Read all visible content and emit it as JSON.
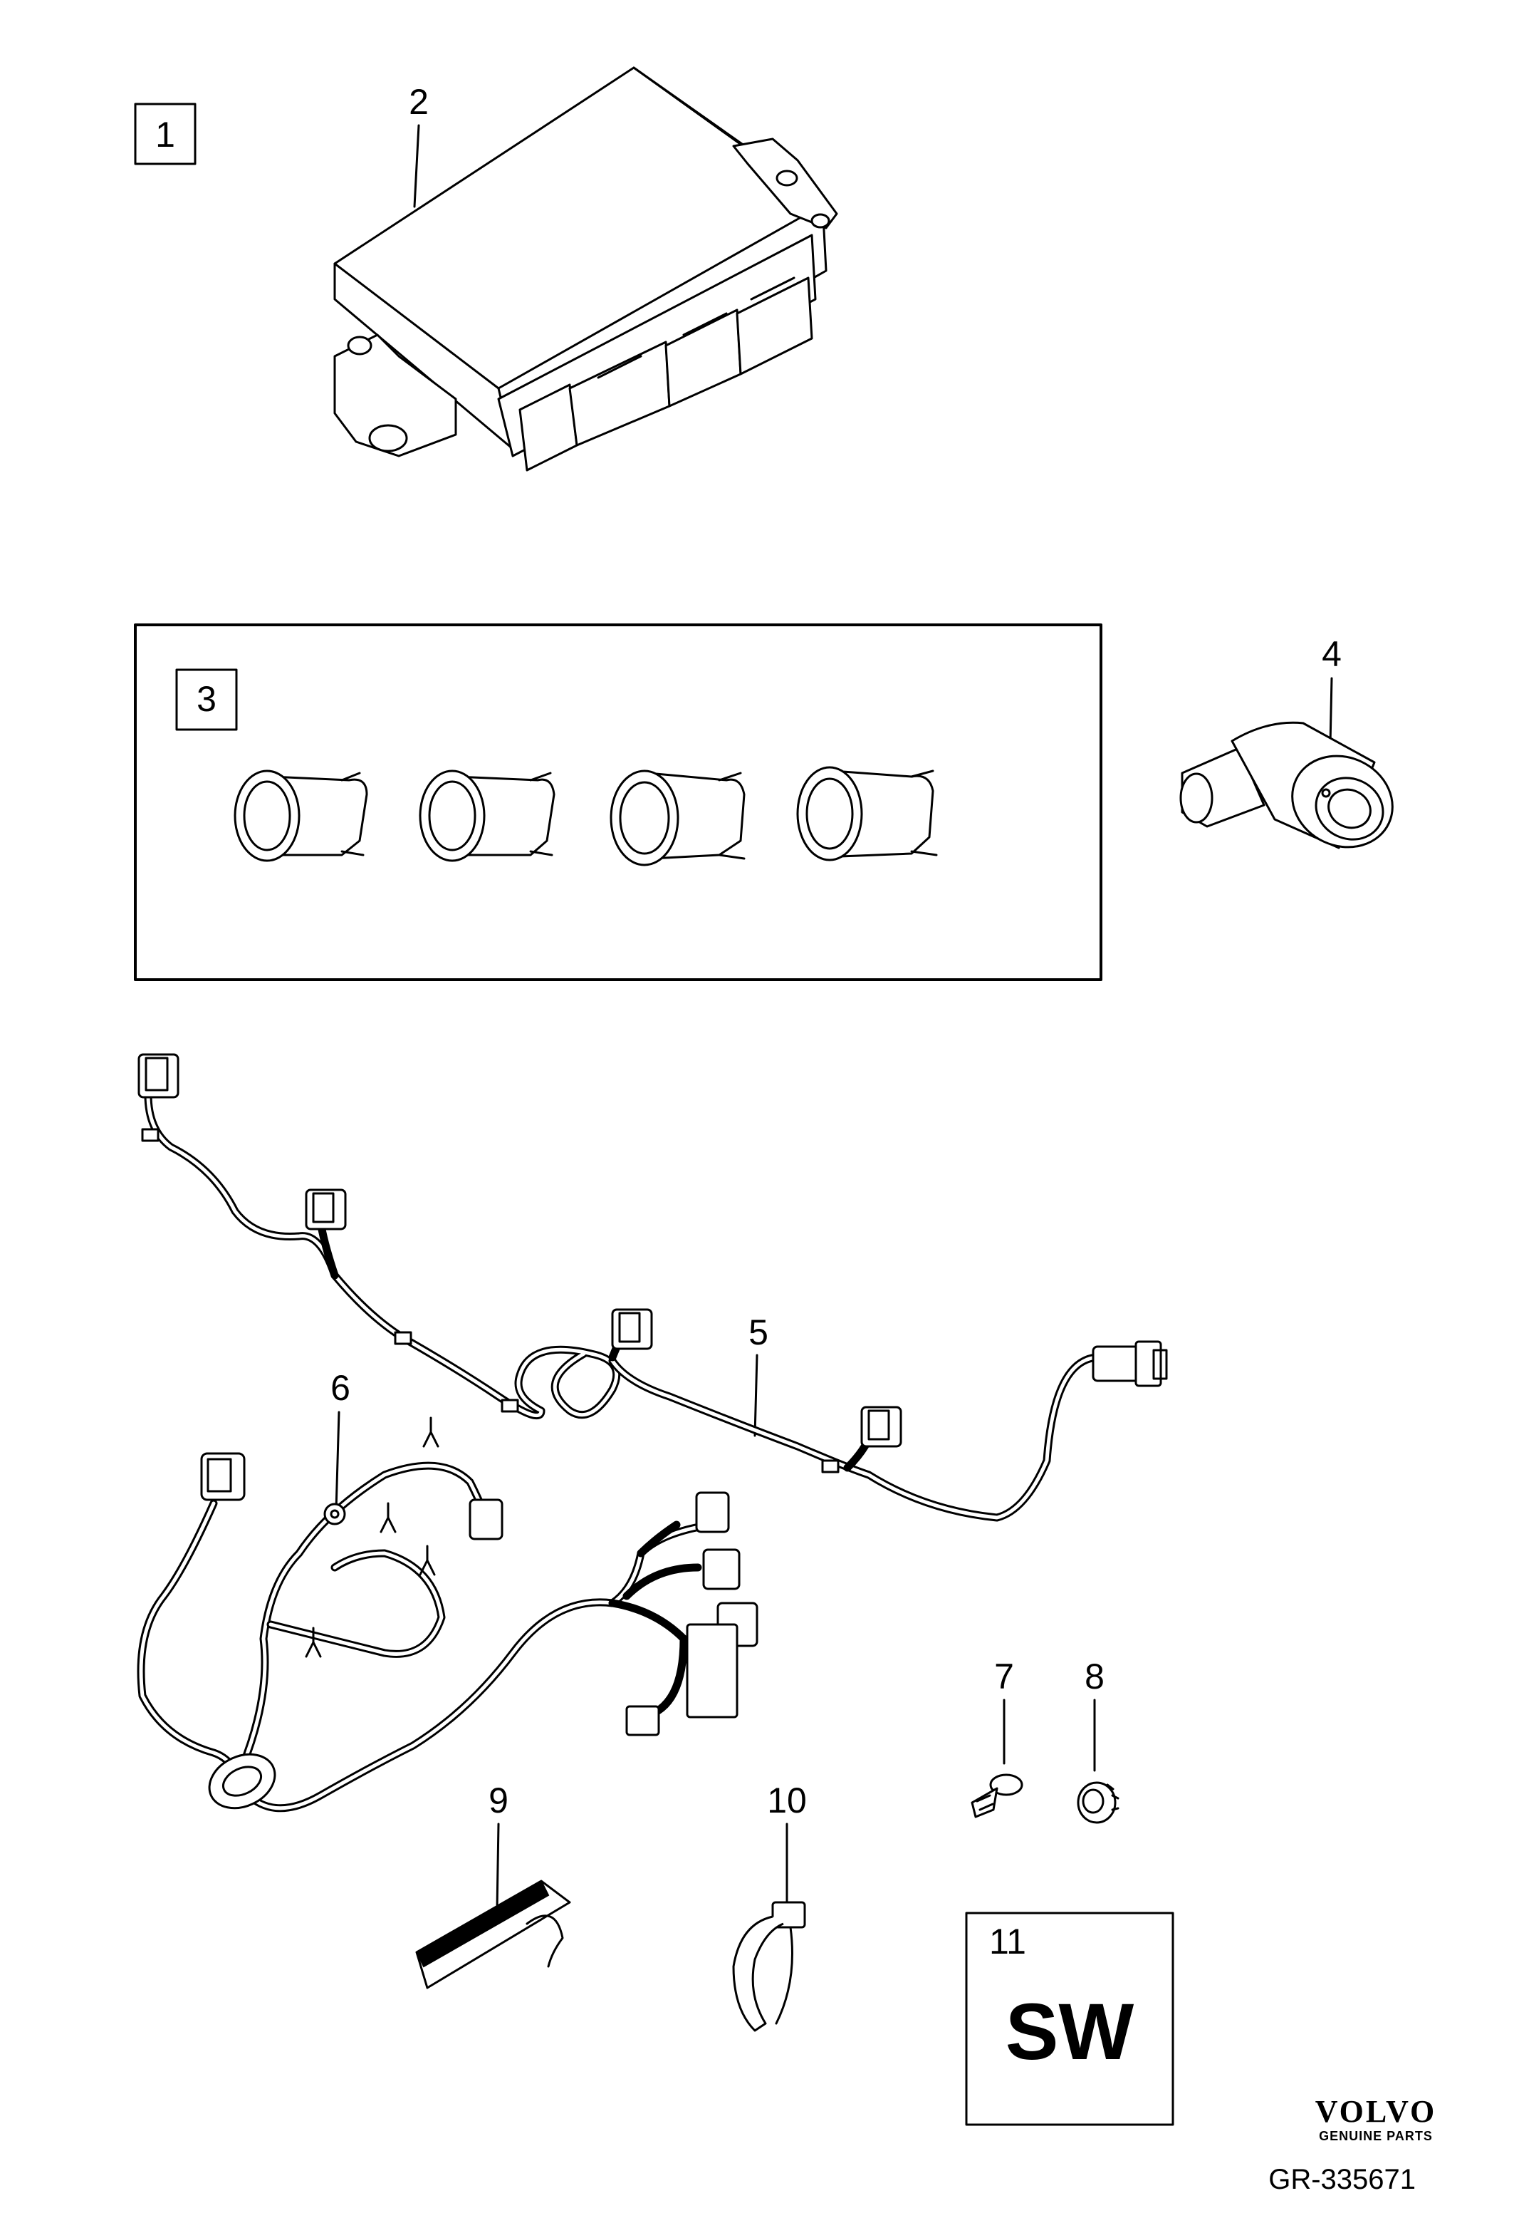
{
  "callouts": {
    "c1": "1",
    "c2": "2",
    "c3": "3",
    "c4": "4",
    "c5": "5",
    "c6": "6",
    "c7": "7",
    "c8": "8",
    "c9": "9",
    "c10": "10",
    "c11": "11"
  },
  "sw_label": "SW",
  "brand": {
    "name": "VOLVO",
    "tagline": "GENUINE PARTS"
  },
  "reference": "GR-335671"
}
